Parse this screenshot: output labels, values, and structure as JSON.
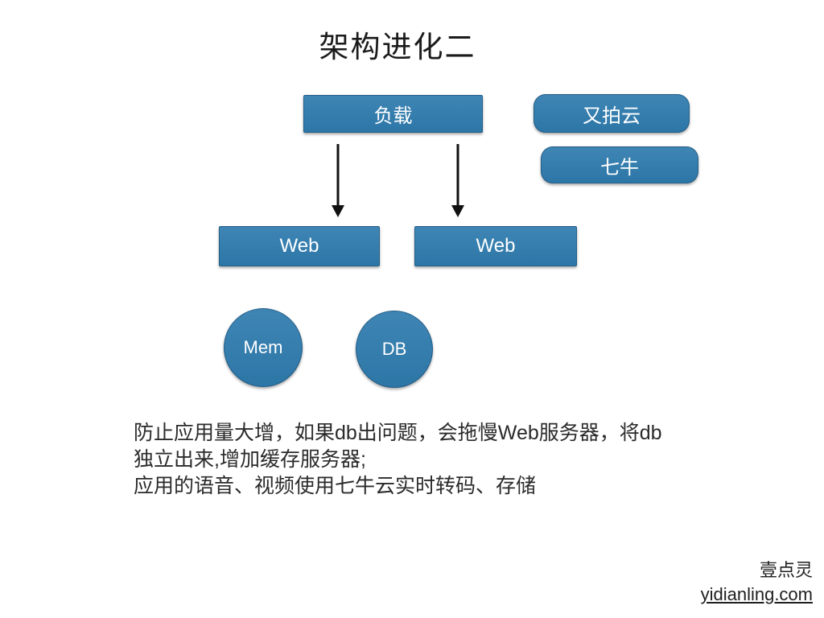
{
  "slide": {
    "title": "架构进化二",
    "nodes": {
      "load": "负载",
      "upyun": "又拍云",
      "qiniu": "七牛",
      "web1": "Web",
      "web2": "Web",
      "mem": "Mem",
      "db": "DB"
    },
    "arrows": [
      {
        "name": "load-to-web1"
      },
      {
        "name": "load-to-web2"
      }
    ],
    "notes": [
      "防止应用量大增，如果db出问题，会拖慢Web服务器，将db",
      "独立出来,增加缓存服务器;",
      "应用的语音、视频使用七牛云实时转码、存储"
    ],
    "footer": {
      "brand": "壹点灵",
      "url": "yidianling.com"
    },
    "colors": {
      "node_blue": "#2e7bae",
      "arrow_black": "#101010",
      "title_text": "#1b1b1b",
      "body_text": "#2b2b2b",
      "node_text": "#ffffff"
    }
  }
}
